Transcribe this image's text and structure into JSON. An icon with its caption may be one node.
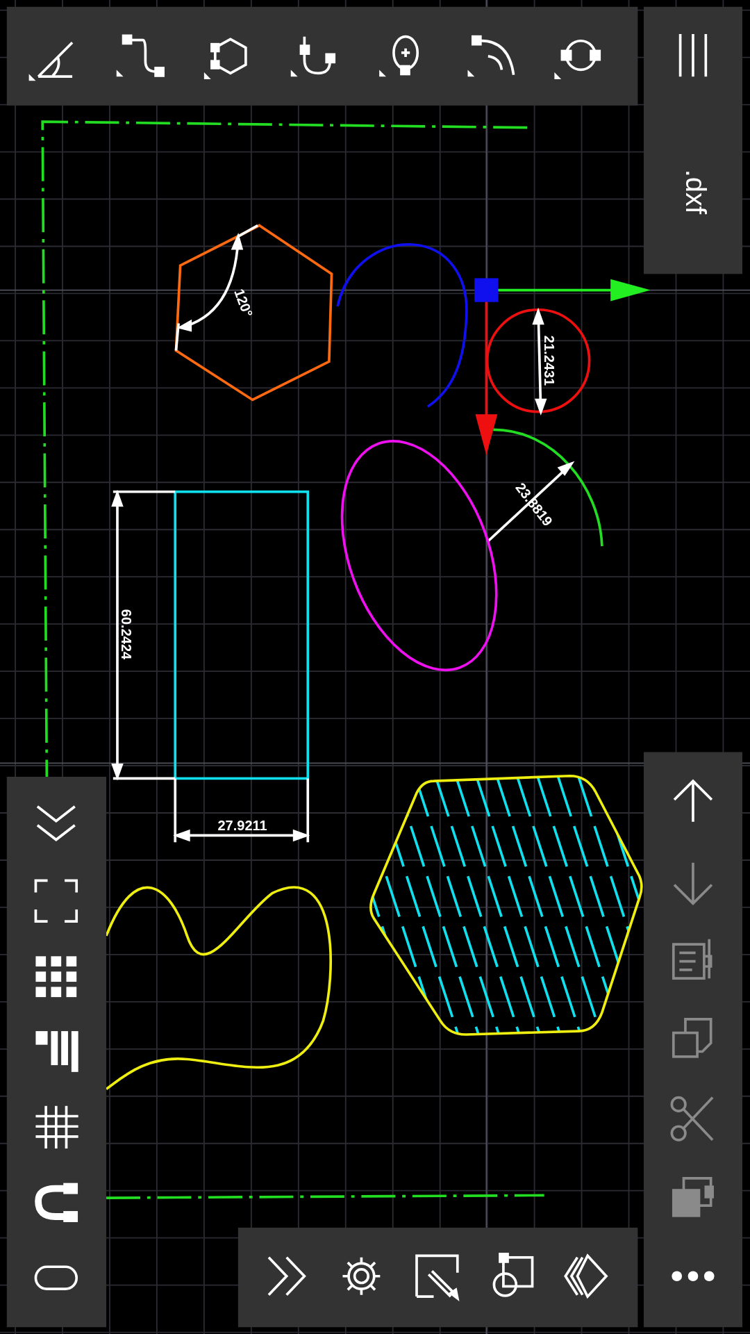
{
  "diagram": {
    "labels": [
      "120°",
      "21.2431",
      "23.8819",
      "60.2424",
      "27.9211",
      ".dxf"
    ]
  }
}
